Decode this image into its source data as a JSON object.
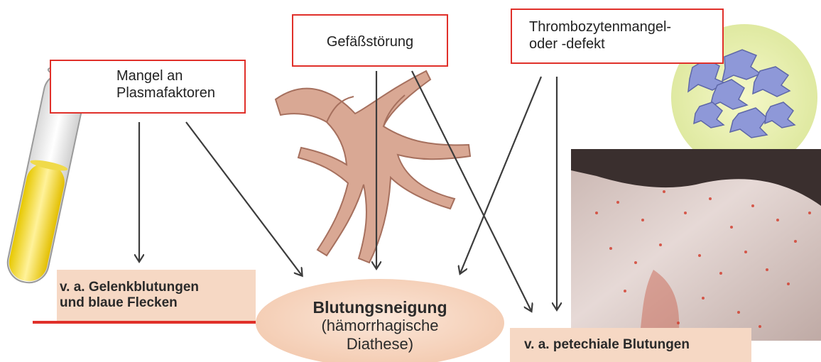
{
  "causes": {
    "plasma": {
      "line1": "Mangel an",
      "line2": "Plasmafaktoren"
    },
    "vessel": {
      "label": "Gefäßstörung"
    },
    "platelet": {
      "line1": "Thrombozytenmangel-",
      "line2": "oder -defekt"
    }
  },
  "results": {
    "joint": {
      "line1": "v. a. Gelenkblutungen",
      "line2": "und blaue Flecken"
    },
    "center": {
      "title": "Blutungsneigung",
      "line2": "(hämorrhagische",
      "line3": "Diathese)"
    },
    "petechial": {
      "label": "v. a. petechiale Blutungen"
    }
  },
  "colors": {
    "box_border": "#e0302a",
    "result_fill": "#f6d8c4",
    "arrow": "#3c3c3c",
    "underline": "#e0302a"
  },
  "icons": [
    "test-tube-icon",
    "blood-vessel-icon",
    "platelet-icon",
    "skin-photo"
  ]
}
